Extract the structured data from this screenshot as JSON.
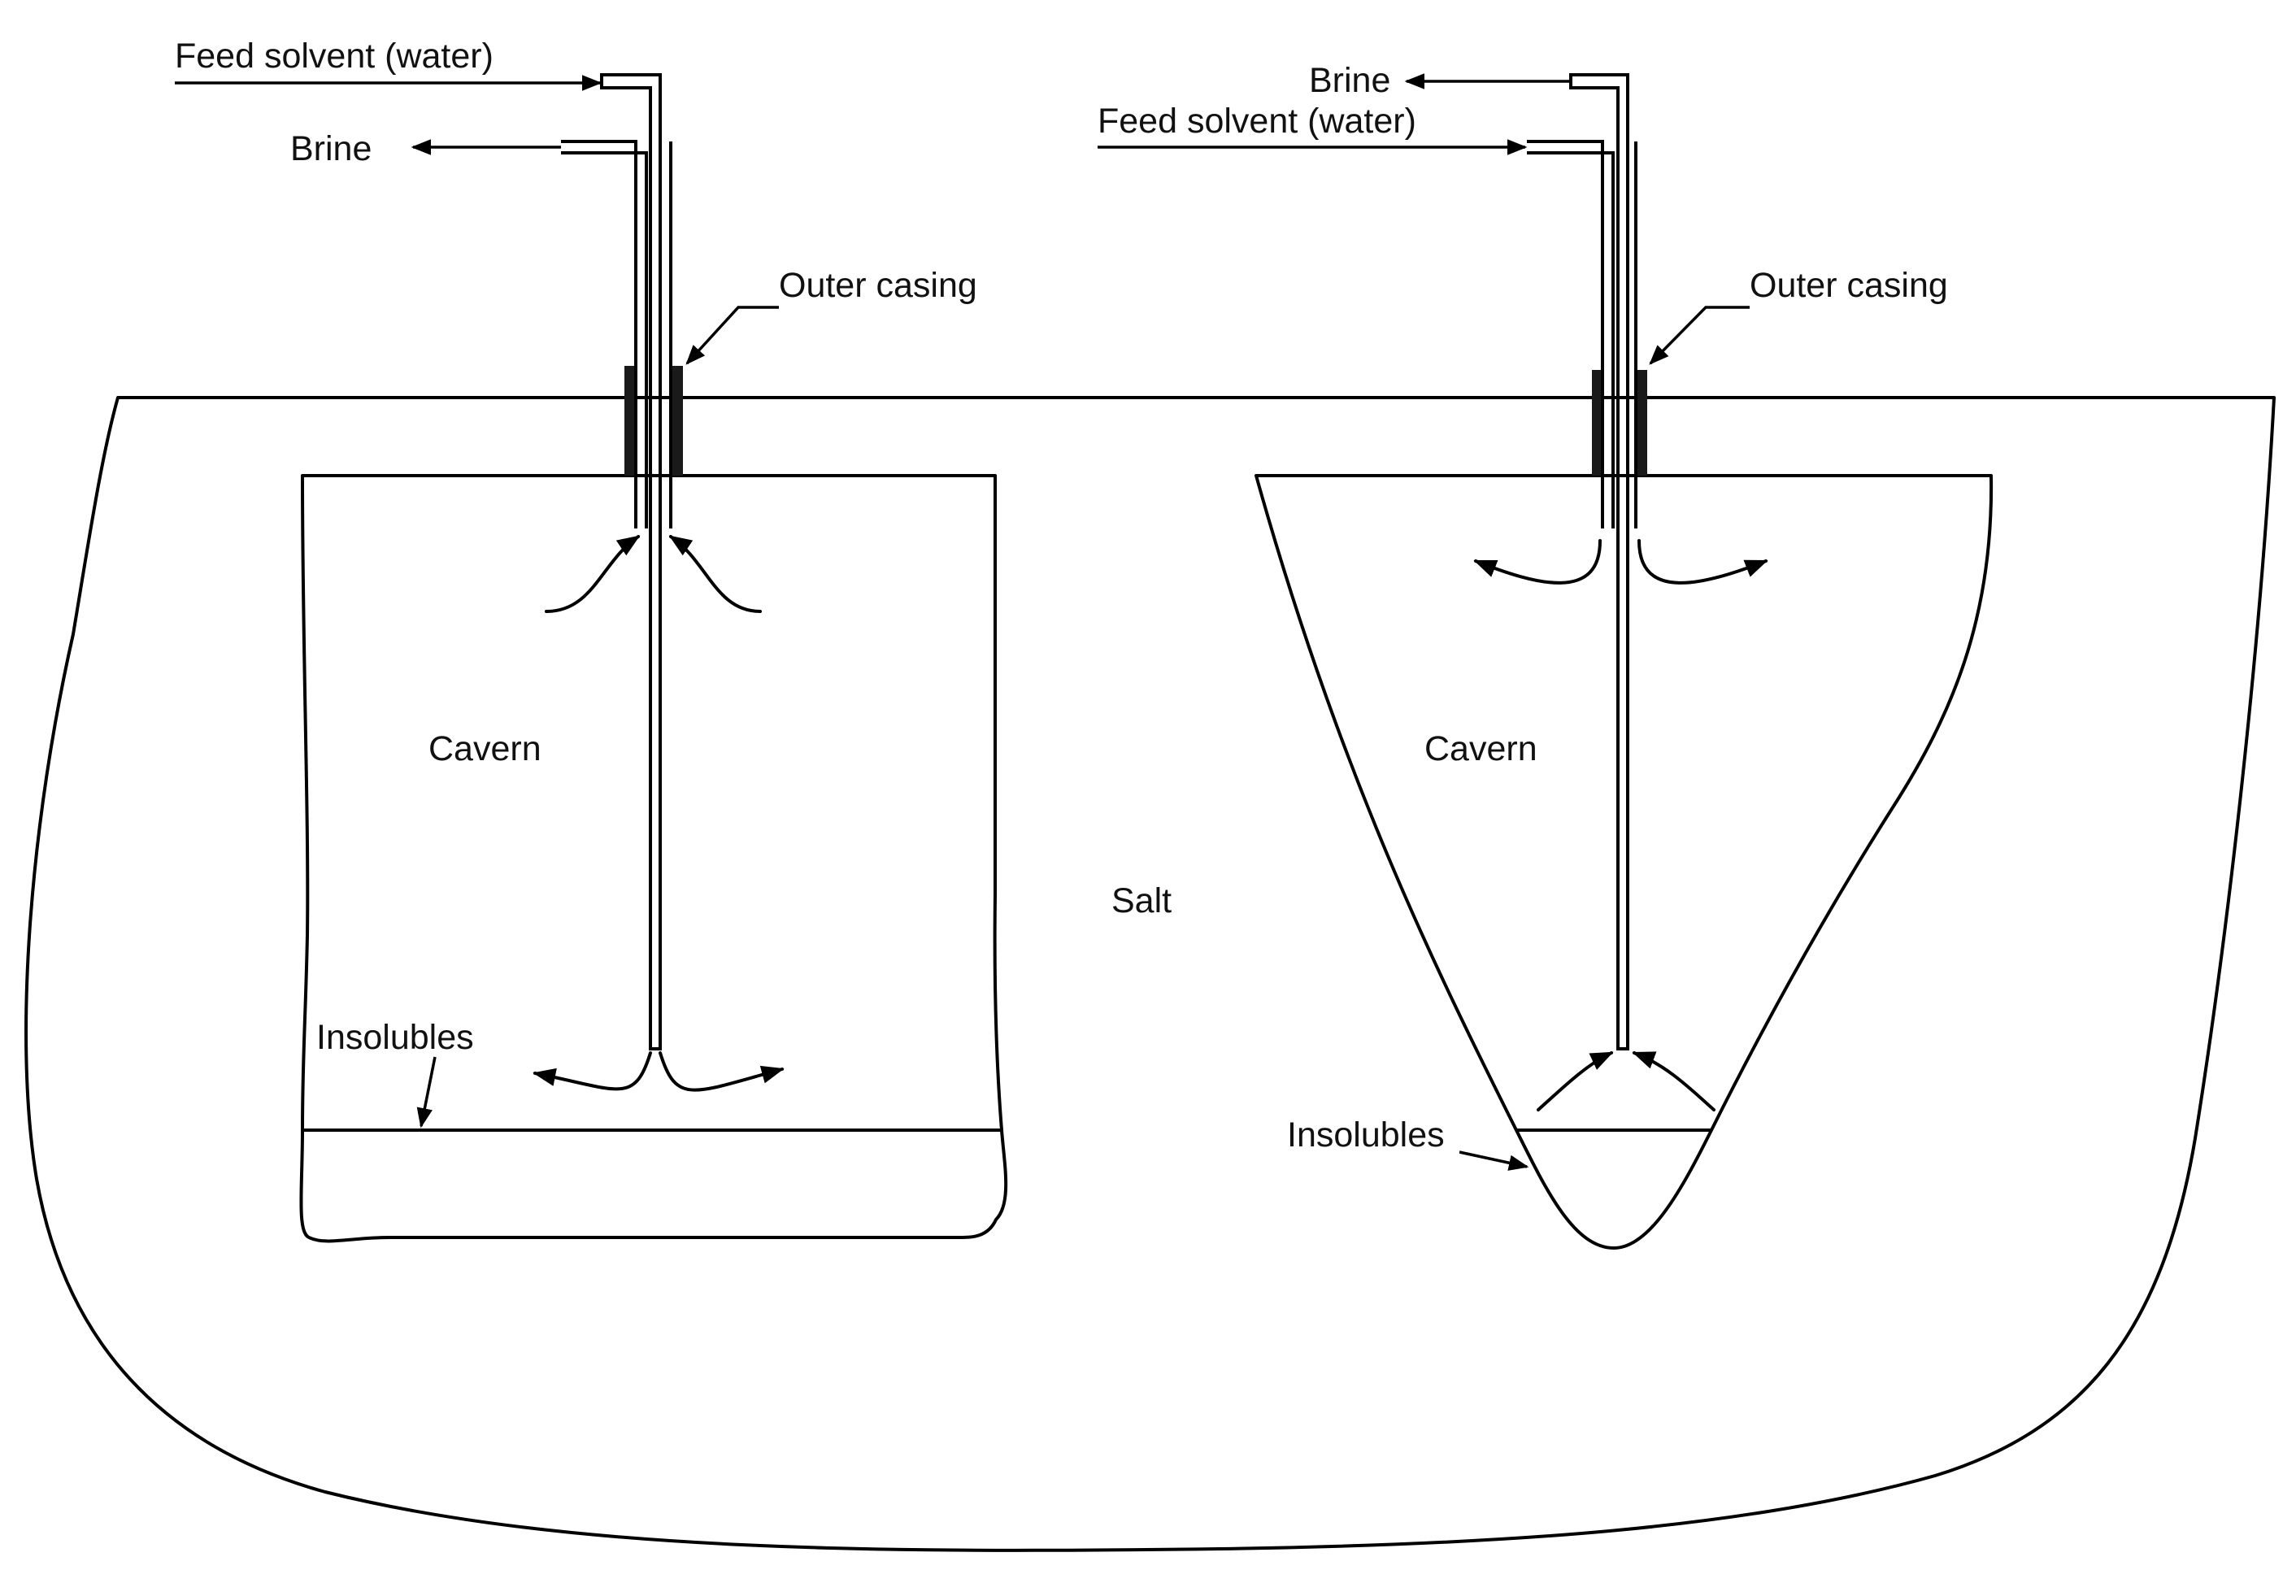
{
  "colors": {
    "salt": "#ff8080",
    "cavern": "#ffffff",
    "insolubles": "#d9d9d9",
    "outline": "#000000",
    "casing": "#1a1a1a"
  },
  "left": {
    "feed_label": "Feed solvent (water)",
    "brine_label": "Brine",
    "casing_label": "Outer casing",
    "cavern_label": "Cavern",
    "insolubles_label": "Insolubles"
  },
  "right": {
    "brine_label": "Brine",
    "feed_label": "Feed solvent (water)",
    "casing_label": "Outer casing",
    "cavern_label": "Cavern",
    "insolubles_label": "Insolubles"
  },
  "salt_label": "Salt"
}
